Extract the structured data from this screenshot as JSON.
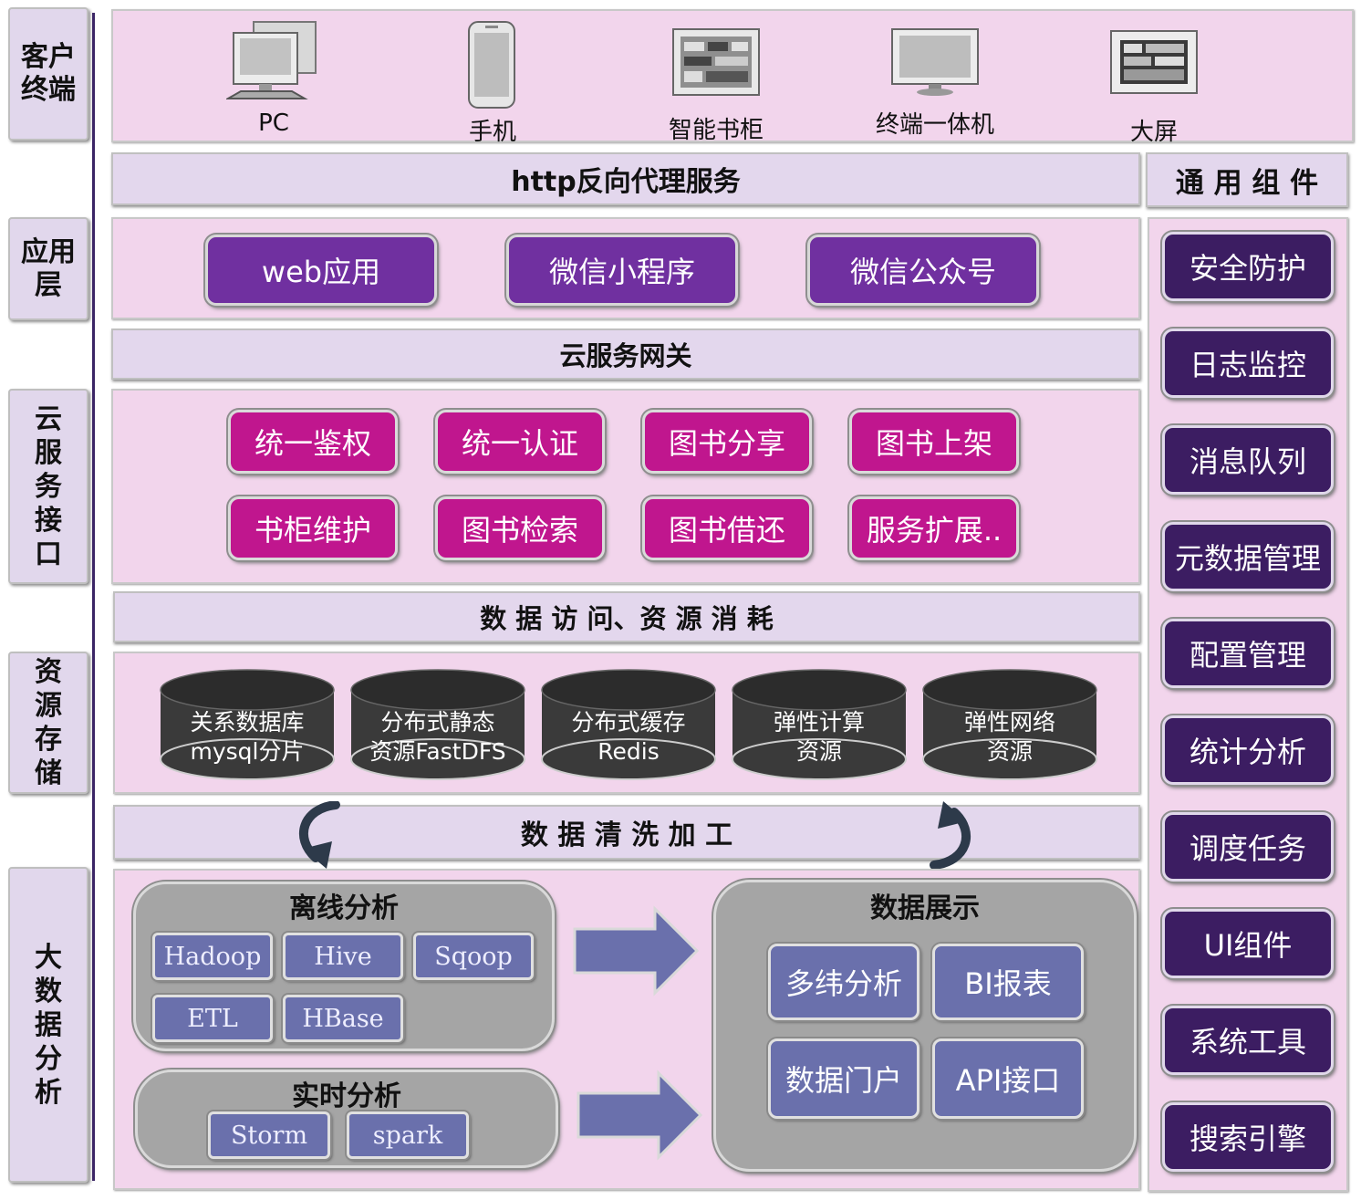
{
  "layers": {
    "client": "客户\n终端",
    "app": "应用\n层",
    "cloud": "云\n服\n务\n接\n口",
    "resource": "资\n源\n存\n储",
    "bigdata": "大\n数\n据\n分\n析"
  },
  "devices": {
    "pc": "PC",
    "phone": "手机",
    "cabinet": "智能书柜",
    "terminal": "终端一体机",
    "screen": "大屏"
  },
  "bars": {
    "proxy": "http反向代理服务",
    "gateway": "云服务网关",
    "data_access": "数 据 访 问、资 源 消 耗",
    "data_clean": "数 据 清 洗 加 工"
  },
  "apps": [
    "web应用",
    "微信小程序",
    "微信公众号"
  ],
  "services": [
    "统一鉴权",
    "统一认证",
    "图书分享",
    "图书上架",
    "书柜维护",
    "图书检索",
    "图书借还",
    "服务扩展.."
  ],
  "storage": [
    [
      "关系数据库",
      "mysql分片"
    ],
    [
      "分布式静态",
      "资源FastDFS"
    ],
    [
      "分布式缓存",
      "Redis"
    ],
    [
      "弹性计算",
      "资源"
    ],
    [
      "弹性网络",
      "资源"
    ]
  ],
  "offline": {
    "title": "离线分析",
    "tools": [
      "Hadoop",
      "Hive",
      "Sqoop",
      "ETL",
      "HBase"
    ]
  },
  "realtime": {
    "title": "实时分析",
    "tools": [
      "Storm",
      "spark"
    ]
  },
  "display": {
    "title": "数据展示",
    "items": [
      "多纬分析",
      "BI报表",
      "数据门户",
      "API接口"
    ]
  },
  "components": {
    "title": "通 用 组 件",
    "items": [
      "安全防护",
      "日志监控",
      "消息队列",
      "元数据管理",
      "配置管理",
      "统计分析",
      "调度任务",
      "UI组件",
      "系统工具",
      "搜索引擎"
    ]
  },
  "colors": {
    "panel": "#f2d5ec",
    "bar": "#e3d7ed",
    "app": "#7030a0",
    "service": "#c0168e",
    "component": "#3c1d62",
    "tool": "#6a70ac",
    "db": "#3a3a3a"
  }
}
